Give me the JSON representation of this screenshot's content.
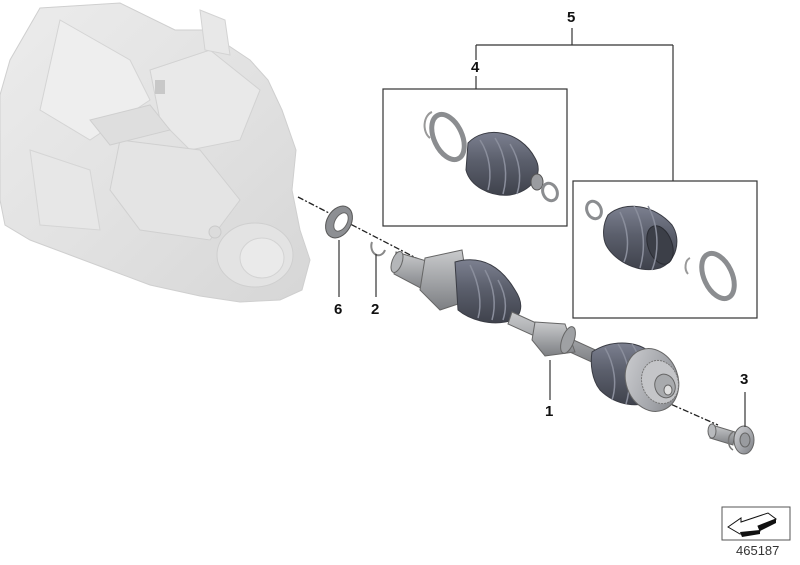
{
  "diagram": {
    "type": "exploded-parts-diagram",
    "subject": "Front drive shaft assembly with transmission",
    "diagram_number": "465187",
    "colors": {
      "background": "#ffffff",
      "lines": "#333333",
      "boot_rubber": "#5f6370",
      "metal": "#a9abae",
      "transmission": "#e6e6e6"
    }
  },
  "callouts": [
    {
      "number": "1",
      "part": "drive-shaft"
    },
    {
      "number": "2",
      "part": "circlip"
    },
    {
      "number": "3",
      "part": "hub-bolt"
    },
    {
      "number": "4",
      "part": "inner-joint-boot-repair-kit"
    },
    {
      "number": "5",
      "part": "boot-kit-set"
    },
    {
      "number": "6",
      "part": "shaft-seal"
    }
  ],
  "labels": {
    "one": "1",
    "two": "2",
    "three": "3",
    "four": "4",
    "five": "5",
    "six": "6"
  },
  "footer": {
    "id_text": "465187",
    "icon": "arrow-navigation-icon"
  }
}
